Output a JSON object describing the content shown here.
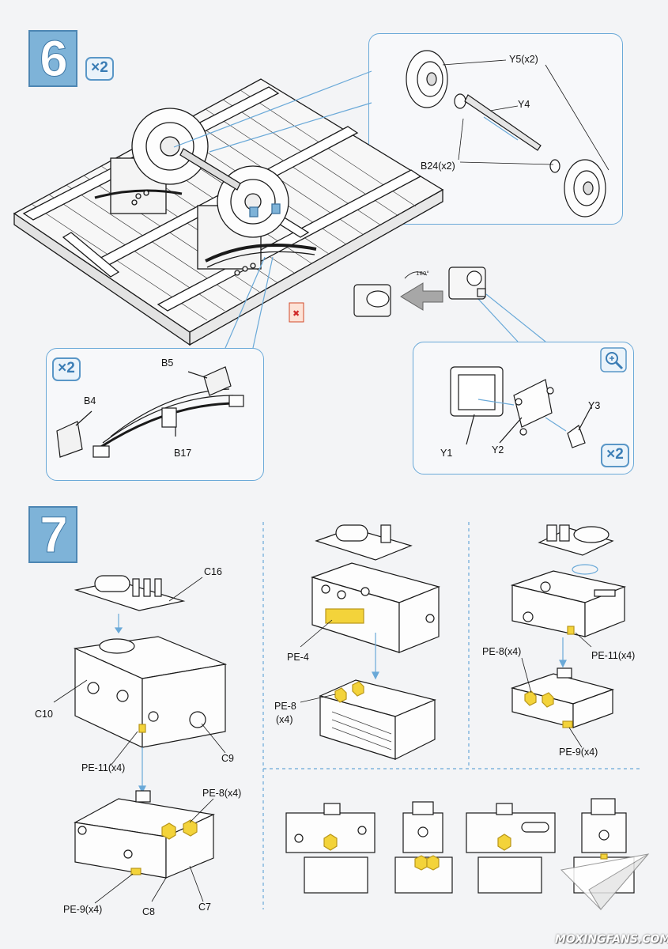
{
  "steps": [
    {
      "number": "6",
      "multiplier": "×2"
    },
    {
      "number": "7"
    }
  ],
  "step6": {
    "wheel_panel": {
      "labels": {
        "y5": "Y5(x2)",
        "y4": "Y4",
        "b24": "B24(x2)"
      }
    },
    "spring_panel": {
      "multiplier": "×2",
      "labels": {
        "b5": "B5",
        "b4": "B4",
        "b17": "B17"
      }
    },
    "axlebox_panel": {
      "multiplier": "×2",
      "labels": {
        "y1": "Y1",
        "y2": "Y2",
        "y3": "Y3"
      },
      "zoom_icon": "magnifier-plus-icon"
    },
    "rotate_icon": "rotate-180-arrow-icon",
    "cut_icon": "cut-part-icon"
  },
  "step7": {
    "labels": {
      "c16": "C16",
      "c10": "C10",
      "c9": "C9",
      "pe11_left": "PE-11(x4)",
      "pe8_left": "PE-8(x4)",
      "pe9_left": "PE-9(x4)",
      "c8": "C8",
      "c7": "C7",
      "pe4": "PE-4",
      "pe8_mid_a": "PE-8",
      "pe8_mid_b": "(x4)",
      "pe8_right": "PE-8(x4)",
      "pe11_right": "PE-11(x4)",
      "pe9_right": "PE-9(x4)"
    }
  },
  "watermark": "MOXINGFANS.COM",
  "colors": {
    "accent_blue": "#7eb3d8",
    "frame_blue": "#6aa9d8",
    "etch_yellow": "#f3d33a",
    "line": "#1a1a1a"
  }
}
